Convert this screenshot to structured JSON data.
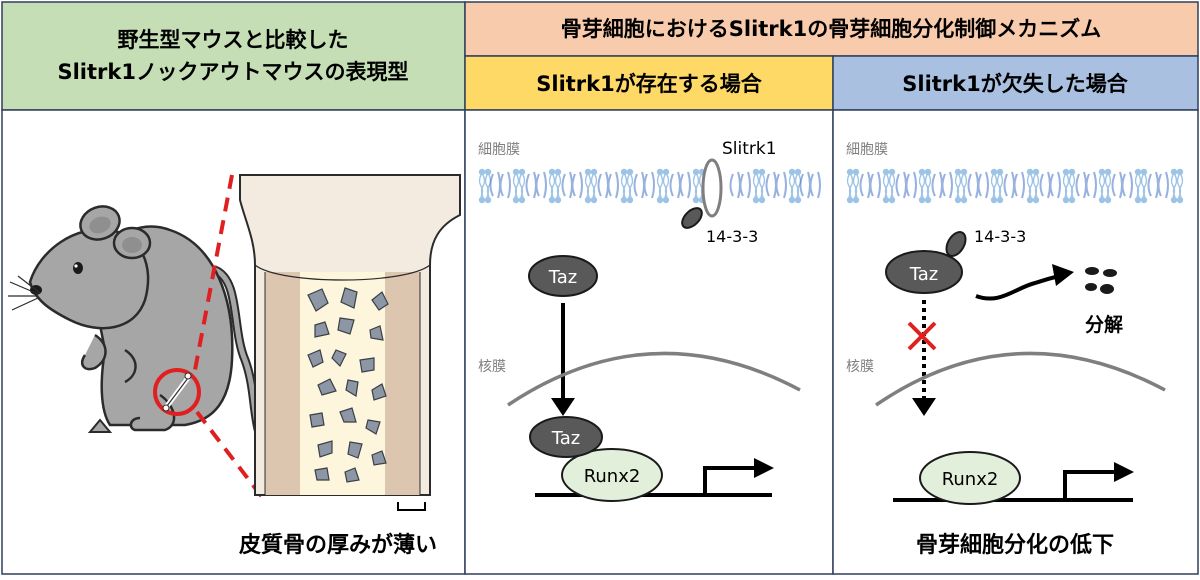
{
  "left_panel": {
    "header_line1": "野生型マウスと比較した",
    "header_line2": "Slitrk1ノックアウトマウスの表現型",
    "caption": "皮質骨の厚みが薄い"
  },
  "right_panel": {
    "header": "骨芽細胞におけるSlitrk1の骨芽細胞分化制御メカニズム",
    "present": {
      "header": "Slitrk1が存在する場合",
      "membrane_label": "細胞膜",
      "slitrk1_label": "Slitrk1",
      "adaptor_label": "14-3-3",
      "taz_label": "Taz",
      "nuclear_label": "核膜",
      "taz_nuclear_label": "Taz",
      "runx2_label": "Runx2"
    },
    "absent": {
      "header": "Slitrk1が欠失した場合",
      "membrane_label": "細胞膜",
      "adaptor_label": "14-3-3",
      "taz_label": "Taz",
      "degradation_label": "分解",
      "nuclear_label": "核膜",
      "runx2_label": "Runx2",
      "caption": "骨芽細胞分化の低下"
    }
  },
  "colors": {
    "green_header": "#c5deb5",
    "peach_header": "#f8cbad",
    "yellow_header": "#ffd966",
    "blue_header": "#a9c0e0",
    "border": "#2e3f5c",
    "protein_dark": "#595959",
    "runx2_fill": "#e2efda",
    "mouse": "#a6a6a6",
    "red": "#e02020"
  }
}
